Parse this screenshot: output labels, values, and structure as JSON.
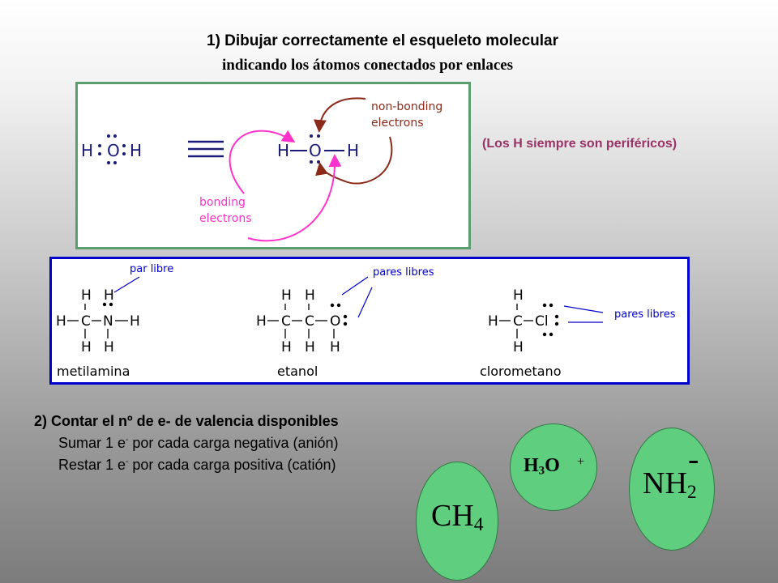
{
  "step1": {
    "title": "1) Dibujar correctamente el esqueleto molecular",
    "subtitle": "indicando los átomos conectados por enlaces",
    "note": "(Los H siempre son periféricos)"
  },
  "water_diagram": {
    "left_formula_h1": "H",
    "left_formula_o": "O",
    "left_formula_h2": "H",
    "right_h1": "H",
    "right_o": "O",
    "right_h2": "H",
    "nonbonding_label_1": "non-bonding",
    "nonbonding_label_2": "electrons",
    "bonding_label_1": "bonding",
    "bonding_label_2": "electrons"
  },
  "structures": {
    "callout_1": "par libre",
    "callout_2": "pares libres",
    "callout_3": "pares libres",
    "names": [
      "metilamina",
      "etanol",
      "clorometano"
    ],
    "atoms": {
      "H": "H",
      "C": "C",
      "N": "N",
      "O": "O",
      "Cl": "Cl"
    }
  },
  "step2": {
    "title": "2) Contar el nº de e-  de valencia disponibles",
    "line2_a": "Sumar 1 e",
    "line2_sup": "-",
    "line2_b": " por cada carga negativa (anión)",
    "line3_a": "Restar 1 e",
    "line3_sup": "-",
    "line3_b": " por cada carga positiva (catión)"
  },
  "molecules": {
    "ch4_main": "CH",
    "ch4_sub": "4",
    "h3o_h": "H",
    "h3o_sub": "3",
    "h3o_o": "O",
    "h3o_charge": "+",
    "nh2_main": "NH",
    "nh2_sub": "2",
    "nh2_charge": "-"
  },
  "colors": {
    "pink_arrow": "#ff33cc",
    "brown_arrow": "#8b2a1a",
    "note_color": "#993366",
    "green_ball": "#5fcf7f"
  }
}
